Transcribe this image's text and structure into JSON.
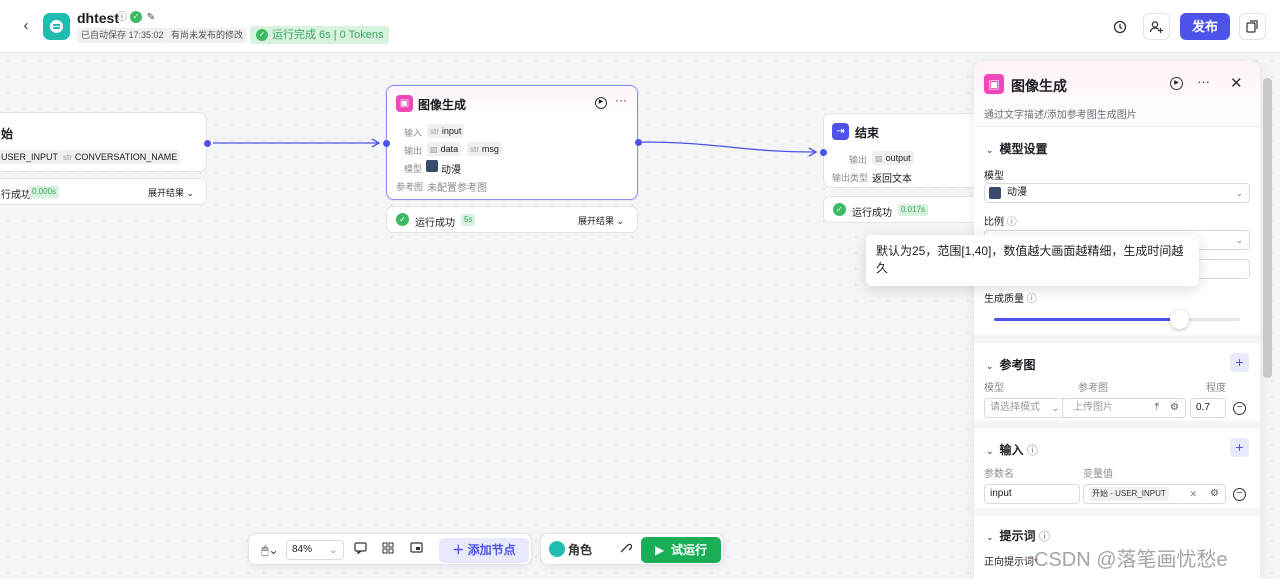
{
  "header": {
    "back_icon": "back-arrow-icon",
    "app_title": "dhtest",
    "autosave_label": "已自动保存 17:35:02",
    "unpublished_label": "有尚未发布的修改",
    "run_status": "运行完成 6s | 0 Tokens",
    "publish_label": "发布"
  },
  "nodes": {
    "start": {
      "title_partial": "始",
      "param1": "USER_INPUT",
      "param2_type": "str",
      "param2": "CONVERSATION_NAME",
      "result_text": "行成功",
      "result_time": "0.000s",
      "expand_label": "展开结果"
    },
    "image": {
      "title": "图像生成",
      "input_label": "输入",
      "input_type": "str",
      "input_value": "input",
      "output_label": "输出",
      "output_value1": "data",
      "output_type2": "str",
      "output_value2": "msg",
      "model_label": "模型",
      "model_value": "动漫",
      "ref_label": "参考图",
      "ref_value": "未配置参考图",
      "result_text": "运行成功",
      "result_time": "5s",
      "expand_label": "展开结果"
    },
    "end": {
      "title": "结束",
      "output_label": "输出",
      "output_value": "output",
      "output_type_label": "输出类型",
      "output_type_value": "返回文本",
      "result_text": "运行成功",
      "result_time": "0.017s"
    }
  },
  "panel": {
    "title": "图像生成",
    "description": "通过文字描述/添加参考图生成图片",
    "model_section": "模型设置",
    "model_label": "模型",
    "model_value": "动漫",
    "ratio_label": "比例",
    "quality_label": "生成质量",
    "quality_level": 0.75,
    "ref_section": "参考图",
    "ref_col_model": "模型",
    "ref_col_image": "参考图",
    "ref_col_degree": "程度",
    "ref_model_placeholder": "请选择模式",
    "ref_upload_placeholder": "上传图片",
    "ref_degree_value": "0.7",
    "input_section": "输入",
    "param_name_col": "参数名",
    "var_value_col": "变量值",
    "param_name_value": "input",
    "var_value_tag": "开始 - USER_INPUT",
    "prompt_section": "提示词",
    "positive_prompt_label": "正向提示词"
  },
  "tooltip": {
    "text": "默认为25，范围[1,40]，数值越大画面越精细，生成时间越久"
  },
  "toolbar": {
    "zoom_value": "84%",
    "add_node_label": "添加节点",
    "role_label": "角色",
    "test_run_label": "试运行"
  },
  "watermark": "CSDN @落笔画忧愁e",
  "colors": {
    "accent": "#4d53e8",
    "success": "#3dbb63",
    "run_button": "#1aaf57",
    "image_node_icon": "#f046b8"
  }
}
